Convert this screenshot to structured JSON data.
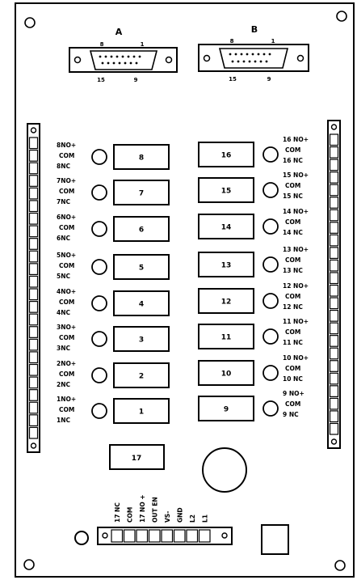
{
  "connectors": [
    {
      "name": "A",
      "pin_left": "8",
      "pin_right": "1",
      "pin_bottom_left": "15",
      "pin_bottom_right": "9"
    },
    {
      "name": "B",
      "pin_left": "8",
      "pin_right": "1",
      "pin_bottom_left": "15",
      "pin_bottom_right": "9"
    }
  ],
  "relays_left": [
    "8",
    "7",
    "6",
    "5",
    "4",
    "3",
    "2",
    "1"
  ],
  "relays_right": [
    "16",
    "15",
    "14",
    "13",
    "12",
    "11",
    "10",
    "9"
  ],
  "relay_bottom": "17",
  "left_terminal_labels": [
    [
      "8NO+",
      "COM",
      "8NC"
    ],
    [
      "7NO+",
      "COM",
      "7NC"
    ],
    [
      "6NO+",
      "COM",
      "6NC"
    ],
    [
      "5NO+",
      "COM",
      "5NC"
    ],
    [
      "4NO+",
      "COM",
      "4NC"
    ],
    [
      "3NO+",
      "COM",
      "3NC"
    ],
    [
      "2NO+",
      "COM",
      "2NC"
    ],
    [
      "1NO+",
      "COM",
      "1NC"
    ]
  ],
  "right_terminal_labels": [
    [
      "16 NO+",
      "COM",
      "16 NC"
    ],
    [
      "15 NO+",
      "COM",
      "15 NC"
    ],
    [
      "14 NO+",
      "COM",
      "14 NC"
    ],
    [
      "13 NO+",
      "COM",
      "13 NC"
    ],
    [
      "12 NO+",
      "COM",
      "12 NC"
    ],
    [
      "11 NO+",
      "COM",
      "11 NC"
    ],
    [
      "10 NO+",
      "COM",
      "10 NC"
    ],
    [
      "9 NO+",
      "COM",
      "9 NC"
    ]
  ],
  "bottom_terminal_labels": [
    "17 NC",
    "COM",
    "17 NO +",
    "OUT EN",
    "VS-",
    "GND",
    "L2",
    "L1"
  ]
}
